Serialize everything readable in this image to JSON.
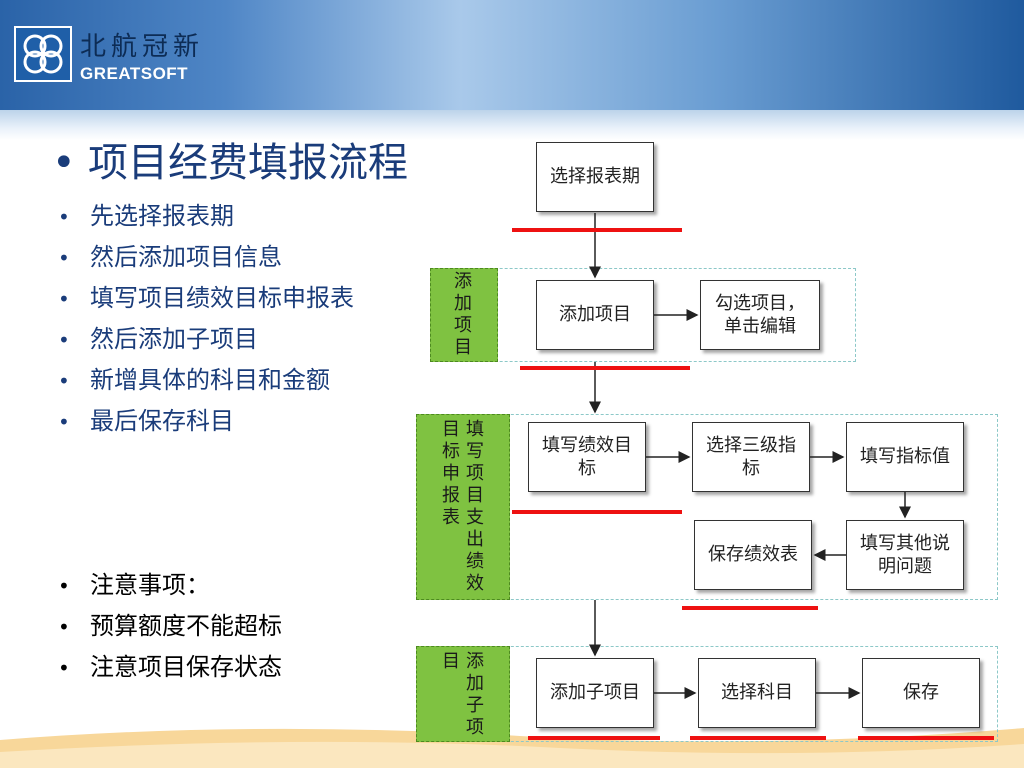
{
  "brand": {
    "name_cn": "北航冠新",
    "name_en": "GREATSOFT"
  },
  "slide": {
    "title": "项目经费填报流程",
    "steps": [
      "先选择报表期",
      "然后添加项目信息",
      "填写项目绩效目标申报表",
      "然后添加子项目",
      "新增具体的科目和金额",
      "最后保存科目"
    ],
    "notes": [
      "注意事项：",
      "预算额度不能超标",
      "注意项目保存状态"
    ]
  },
  "flowchart": {
    "start": "选择报表期",
    "groups": [
      {
        "label": "添\n加\n项\n目",
        "boxes": [
          "添加项目",
          "勾选项目，\n单击编辑"
        ]
      },
      {
        "label_col1": "目\n标\n申\n报\n表",
        "label_col2": "填\n写\n项\n目\n支\n出\n绩\n效",
        "boxes": [
          "填写绩效目\n标",
          "选择三级指\n标",
          "填写指标值",
          "填写其他说\n明问题",
          "保存绩效表"
        ]
      },
      {
        "label_col1": "目",
        "label_col2": "添\n加\n子\n项",
        "boxes": [
          "添加子项目",
          "选择科目",
          "保存"
        ]
      }
    ]
  },
  "colors": {
    "header_blue": "#2a63a8",
    "label_green": "#7fc241",
    "highlight_red": "#ee1111",
    "text_blue": "#1a3c7a"
  }
}
